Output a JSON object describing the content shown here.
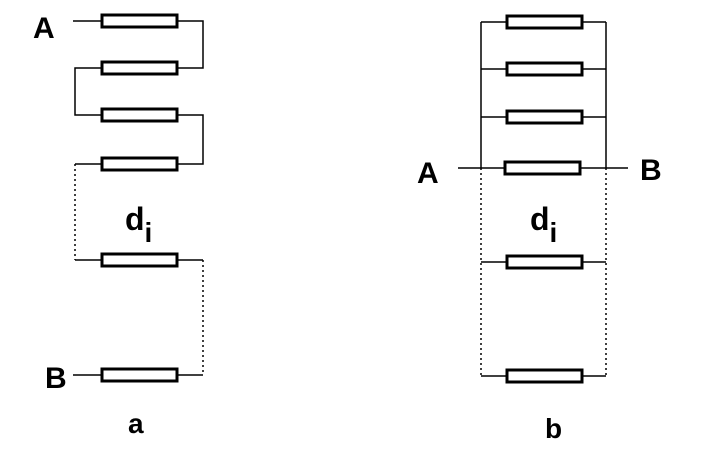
{
  "diagram_a": {
    "caption": "a",
    "terminal_top": "A",
    "terminal_bottom": "B",
    "element_label_main": "d",
    "element_label_sub": "i"
  },
  "diagram_b": {
    "caption": "b",
    "terminal_left": "A",
    "terminal_right": "B",
    "element_label_main": "d",
    "element_label_sub": "i"
  }
}
